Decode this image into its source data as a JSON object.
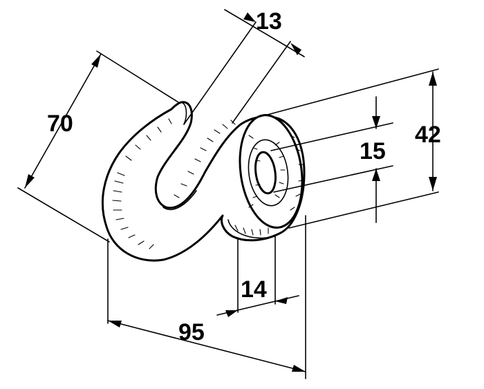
{
  "dimensions": {
    "d13": "13",
    "d70": "70",
    "d42": "42",
    "d15": "15",
    "d14": "14",
    "d95": "95"
  }
}
